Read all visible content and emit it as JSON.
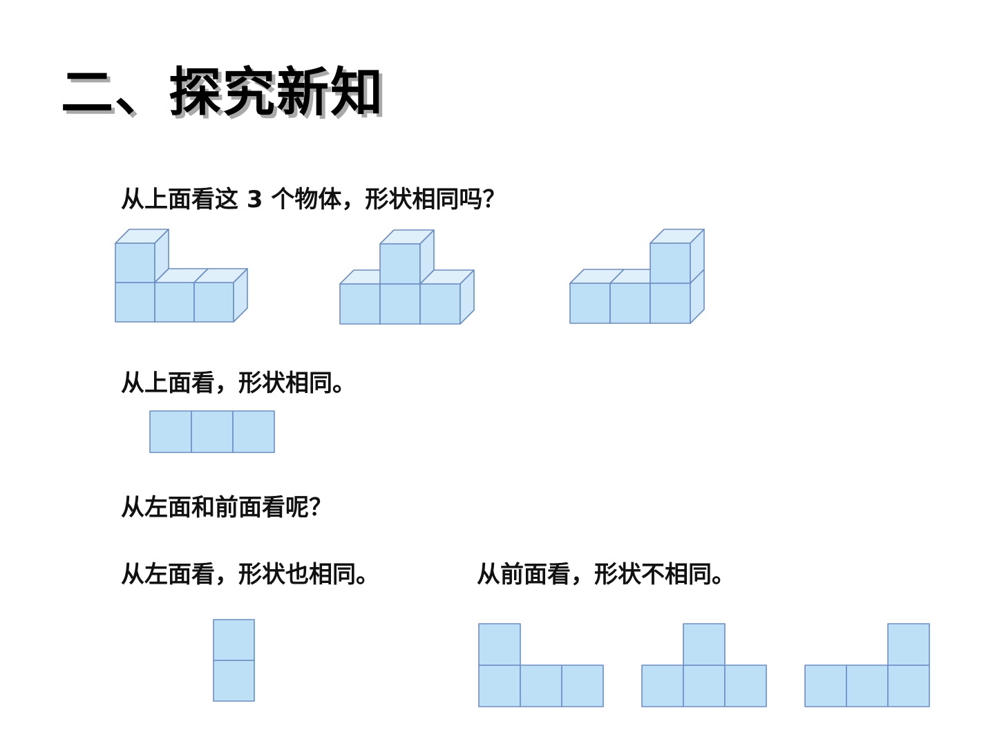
{
  "slide": {
    "title": "二、探究新知",
    "question_top": "从上面看这 3 个物体，形状相同吗？",
    "answer_top": "从上面看，形状相同。",
    "question_left_front": "从左面和前面看呢？",
    "answer_left": "从左面看，形状也相同。",
    "answer_front": "从前面看，形状不相同。"
  },
  "colors": {
    "cube_front": "#bde0f7",
    "cube_top": "#dff0fb",
    "cube_side": "#cfe8f9",
    "cube_stroke": "#6b8cc7"
  }
}
